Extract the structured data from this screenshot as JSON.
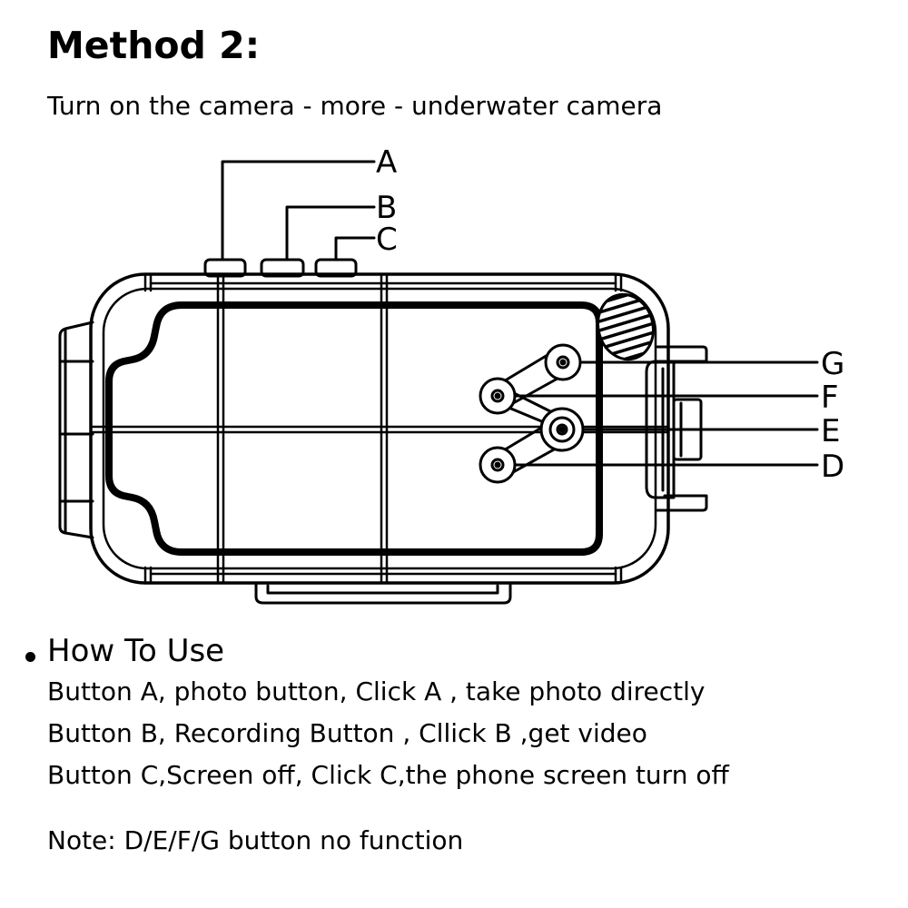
{
  "title": "Method 2:",
  "subtitle": "Turn on the camera - more - underwater camera",
  "diagram": {
    "labels": {
      "a": "A",
      "b": "B",
      "c": "C",
      "d": "D",
      "e": "E",
      "f": "F",
      "g": "G"
    }
  },
  "how_to_use": {
    "heading": "How To Use",
    "lines": [
      "Button A, photo button, Click A , take photo directly",
      "Button B, Recording Button , Cllick B ,get video",
      "Button C,Screen off, Click C,the phone screen turn off"
    ]
  },
  "note": "Note: D/E/F/G button no function"
}
